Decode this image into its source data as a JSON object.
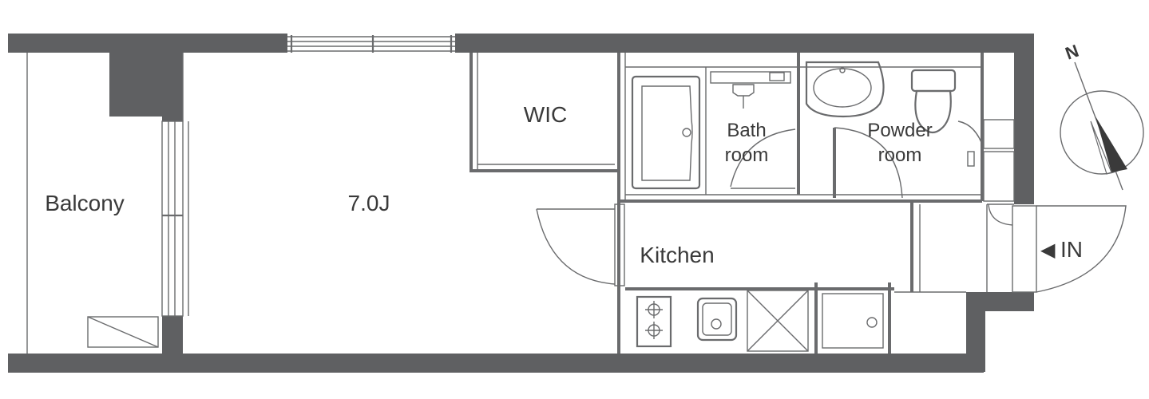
{
  "rooms": {
    "balcony": "Balcony",
    "living": "7.0J",
    "wic": "WIC",
    "bath_line1": "Bath",
    "bath_line2": "room",
    "powder_line1": "Powder",
    "powder_line2": "room",
    "kitchen": "Kitchen"
  },
  "entrance": {
    "arrow": "◀",
    "label": "IN"
  },
  "compass": {
    "north_label": "N"
  }
}
